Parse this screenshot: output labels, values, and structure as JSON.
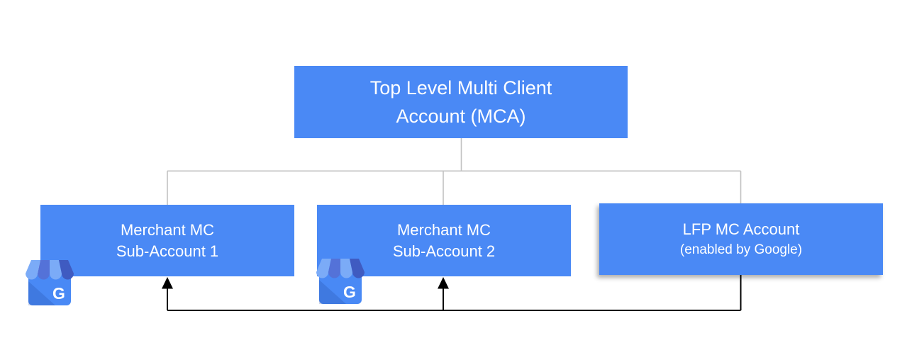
{
  "diagram": {
    "type": "account-hierarchy",
    "nodes": {
      "mca": {
        "line1": "Top Level Multi Client",
        "line2": "Account (MCA)"
      },
      "sub1": {
        "line1": "Merchant MC",
        "line2": "Sub-Account 1"
      },
      "sub2": {
        "line1": "Merchant MC",
        "line2": "Sub-Account 2"
      },
      "lfp": {
        "line1": "LFP MC Account",
        "line2": "(enabled by Google)"
      }
    },
    "edges": {
      "tree": [
        "mca -> sub1",
        "mca -> sub2",
        "mca -> lfp"
      ],
      "feeds": [
        "lfp -> sub1 (arrow)",
        "lfp -> sub2 (arrow)"
      ]
    },
    "icons": {
      "merchant_badge_name": "google-my-business-icon",
      "g_letter": "G"
    },
    "colors": {
      "background": "#ffffff",
      "node_fill": "#4a89f5",
      "node_text": "#ffffff",
      "tree_connector": "#c2c2c2",
      "feed_connector": "#000000",
      "icon_body": "#4989f5",
      "icon_awning_light": "#7babf7",
      "icon_awning_medium": "#5472d8",
      "icon_awning_dark": "#3f5bc1",
      "icon_fold_shade": "rgba(26,62,150,0.22)"
    }
  }
}
